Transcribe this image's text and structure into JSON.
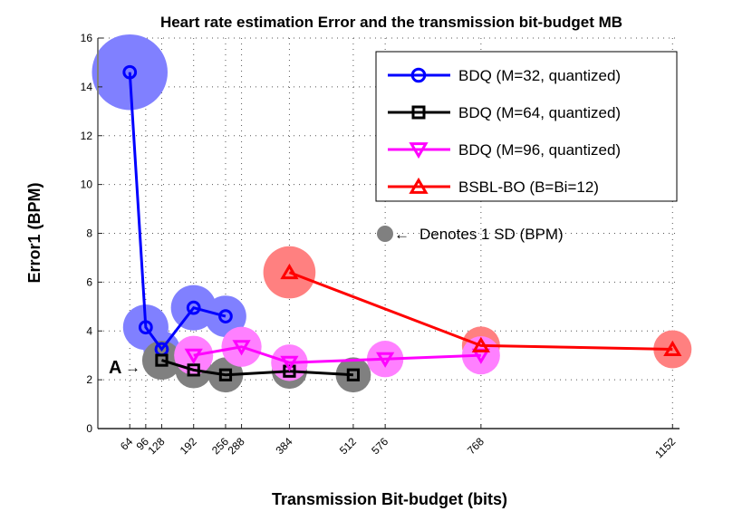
{
  "chart_data": {
    "type": "line",
    "title": "Heart rate estimation Error and the transmission bit-budget MB",
    "xlabel": "Transmission Bit-budget (bits)",
    "ylabel": "Error1 (BPM)",
    "xlim": [
      0,
      1166
    ],
    "ylim": [
      0,
      16
    ],
    "xticks": [
      64,
      96,
      128,
      192,
      256,
      288,
      384,
      512,
      576,
      768,
      1152
    ],
    "yticks": [
      0,
      2,
      4,
      6,
      8,
      10,
      12,
      14,
      16
    ],
    "grid": true,
    "legend_position": "upper right",
    "series": [
      {
        "name": "BDQ (M=32, quantized)",
        "color": "#0000ff",
        "sd_color": "#8080ff",
        "marker": "circle",
        "x": [
          64,
          96,
          128,
          192,
          256
        ],
        "y": [
          14.6,
          4.15,
          3.25,
          4.95,
          4.6
        ],
        "sd": [
          1.55,
          0.93,
          0.75,
          0.93,
          0.85
        ]
      },
      {
        "name": "BDQ (M=64, quantized)",
        "color": "#000000",
        "sd_color": "#808080",
        "marker": "square",
        "x": [
          128,
          192,
          256,
          384,
          512
        ],
        "y": [
          2.8,
          2.4,
          2.2,
          2.35,
          2.2
        ],
        "sd": [
          0.8,
          0.75,
          0.72,
          0.72,
          0.72
        ]
      },
      {
        "name": "BDQ (M=96, quantized)",
        "color": "#ff00ff",
        "sd_color": "#ff80ff",
        "marker": "triangle-down",
        "x": [
          192,
          288,
          384,
          576,
          768
        ],
        "y": [
          3.0,
          3.35,
          2.7,
          2.85,
          3.0
        ],
        "sd": [
          0.8,
          0.82,
          0.75,
          0.75,
          0.78
        ]
      },
      {
        "name": "BSBL-BO (B=Bi=12)",
        "color": "#ff0000",
        "sd_color": "#ff8080",
        "marker": "triangle-up",
        "x": [
          384,
          768,
          1152
        ],
        "y": [
          6.4,
          3.4,
          3.25
        ],
        "sd": [
          1.07,
          0.78,
          0.78
        ]
      }
    ],
    "annotations": [
      {
        "text": "Denotes 1 SD (BPM)",
        "arrow": "←"
      },
      {
        "text": "A",
        "arrow": "→",
        "points_to": {
          "x": 128,
          "y": 2.8
        }
      }
    ]
  }
}
